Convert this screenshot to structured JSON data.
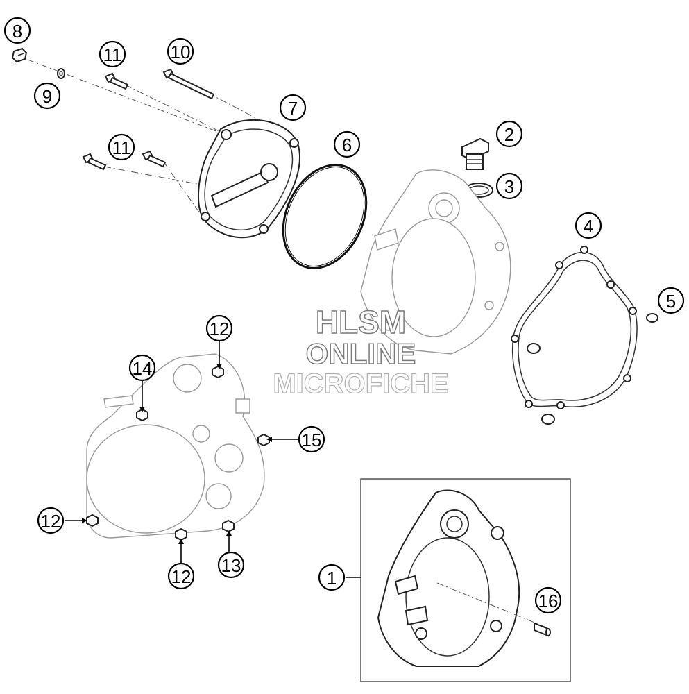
{
  "callouts": {
    "c1": "1",
    "c2": "2",
    "c3": "3",
    "c4": "4",
    "c5": "5",
    "c6": "6",
    "c7": "7",
    "c8": "8",
    "c9": "9",
    "c10": "10",
    "c11a": "11",
    "c11b": "11",
    "c12a": "12",
    "c12b": "12",
    "c12c": "12",
    "c13": "13",
    "c14": "14",
    "c15": "15",
    "c16": "16"
  },
  "watermark": {
    "line1": "HLSM",
    "line2": "ONLINE",
    "line3": "MICROFICHE"
  }
}
